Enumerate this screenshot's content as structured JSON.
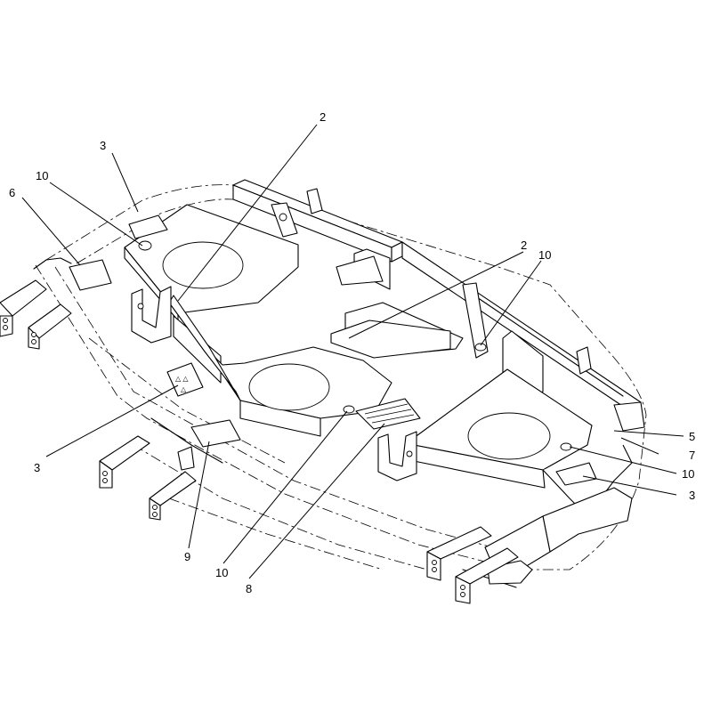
{
  "callouts": [
    {
      "label": "2"
    },
    {
      "label": "3"
    },
    {
      "label": "10"
    },
    {
      "label": "6"
    },
    {
      "label": "2"
    },
    {
      "label": "10"
    },
    {
      "label": "3"
    },
    {
      "label": "5"
    },
    {
      "label": "7"
    },
    {
      "label": "10"
    },
    {
      "label": "3"
    },
    {
      "label": "9"
    },
    {
      "label": "10"
    },
    {
      "label": "8"
    }
  ]
}
